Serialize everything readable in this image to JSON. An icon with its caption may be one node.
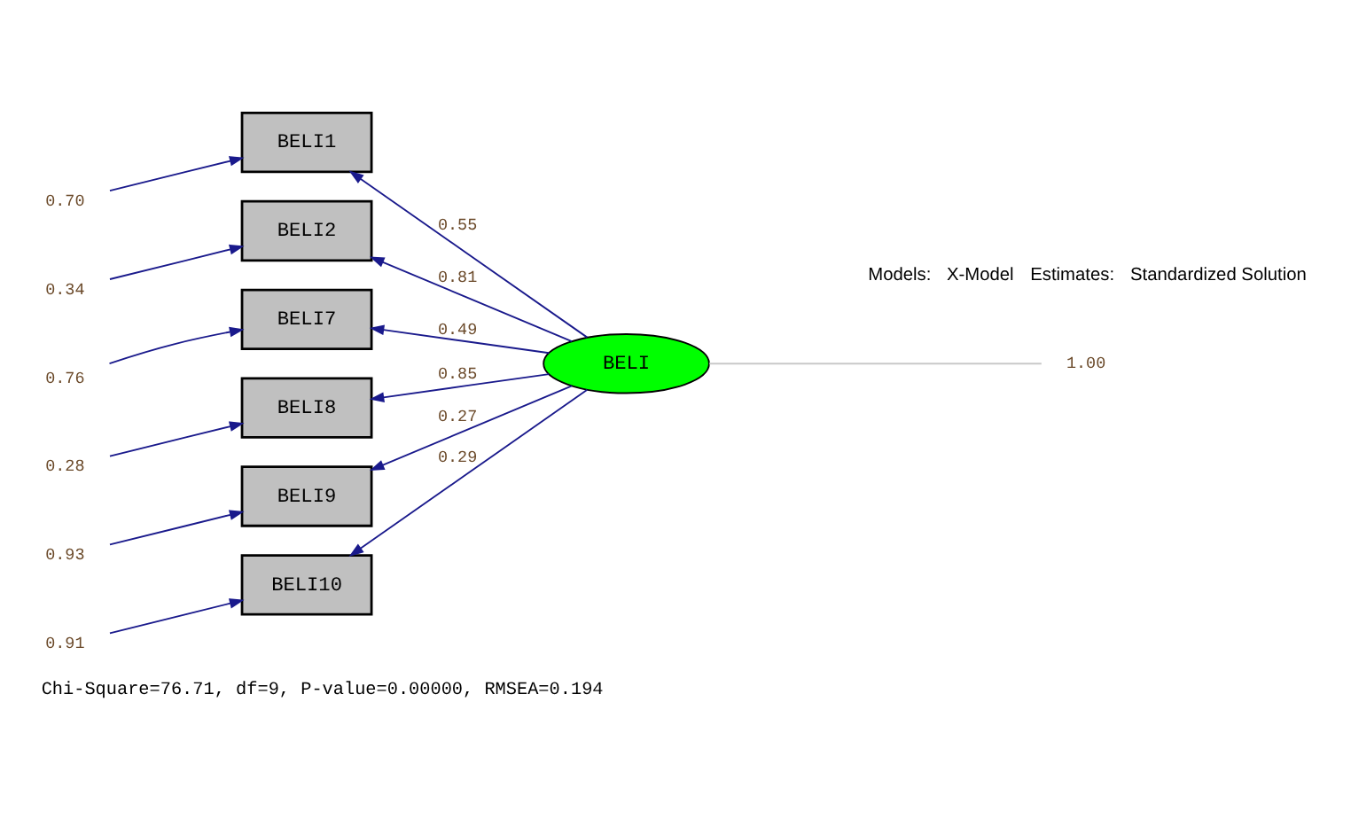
{
  "diagram": {
    "caption": "Chi-Square=76.71, df=9, P-value=0.00000, RMSEA=0.194",
    "nodes": [
      {
        "text": [
          "BELI1"
        ]
      },
      {
        "text": [
          "BELI2"
        ]
      },
      {
        "text": [
          "BELI7"
        ]
      },
      {
        "text": [
          "BELI8"
        ]
      },
      {
        "text": [
          "BELI9"
        ]
      },
      {
        "text": [
          "BELI10"
        ]
      },
      {
        "text": [
          "BELI"
        ]
      },
      {
        "text": [
          "0.70"
        ]
      },
      {
        "text": [
          "0.34"
        ]
      },
      {
        "text": [
          "0.76"
        ]
      },
      {
        "text": [
          "0.28"
        ]
      },
      {
        "text": [
          "0.93"
        ]
      },
      {
        "text": [
          "0.91"
        ]
      },
      {
        "text": [
          "1.00"
        ]
      }
    ],
    "edges": [
      {
        "from": 7,
        "to": 0,
        "arrow": "to"
      },
      {
        "from": 8,
        "to": 1,
        "arrow": "to"
      },
      {
        "from": 9,
        "to": 2,
        "arrow": "to"
      },
      {
        "from": 10,
        "to": 3,
        "arrow": "to"
      },
      {
        "from": 11,
        "to": 4,
        "arrow": "to"
      },
      {
        "from": 12,
        "to": 5,
        "arrow": "to"
      },
      {
        "from": 6,
        "to": 0,
        "arrow": "to",
        "label": "0.55"
      },
      {
        "from": 6,
        "to": 1,
        "arrow": "to",
        "label": "0.81"
      },
      {
        "from": 6,
        "to": 2,
        "arrow": "to",
        "label": "0.49"
      },
      {
        "from": 6,
        "to": 3,
        "arrow": "to",
        "label": "0.85"
      },
      {
        "from": 6,
        "to": 4,
        "arrow": "to",
        "label": "0.27"
      },
      {
        "from": 6,
        "to": 5,
        "arrow": "to",
        "label": "0.29"
      },
      {
        "from": 13,
        "to": 6,
        "arrow": "none",
        "color": "#c8c8c8"
      }
    ],
    "labels": [
      "Models:",
      "X-Model",
      "Estimates:",
      "Standardized Solution"
    ]
  }
}
